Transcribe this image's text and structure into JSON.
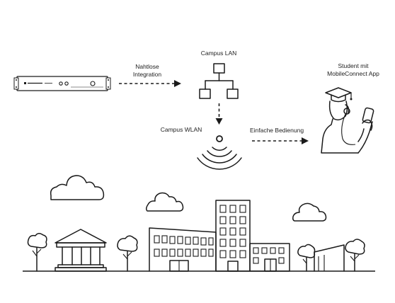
{
  "labels": {
    "seamless_integration_line1": "Nahtlose",
    "seamless_integration_line2": "Integration",
    "campus_lan": "Campus LAN",
    "student_line1": "Student mit",
    "student_line2": "MobileConnect App",
    "campus_wlan": "Campus WLAN",
    "easy_operation": "Einfache Bedienung"
  },
  "icons": {
    "server": "rack-server-icon",
    "network": "network-hierarchy-icon",
    "wifi": "wifi-signal-icon",
    "student": "student-headphones-icon",
    "campus": "campus-skyline"
  },
  "colors": {
    "line": "#1a1a1a",
    "background": "#ffffff"
  }
}
